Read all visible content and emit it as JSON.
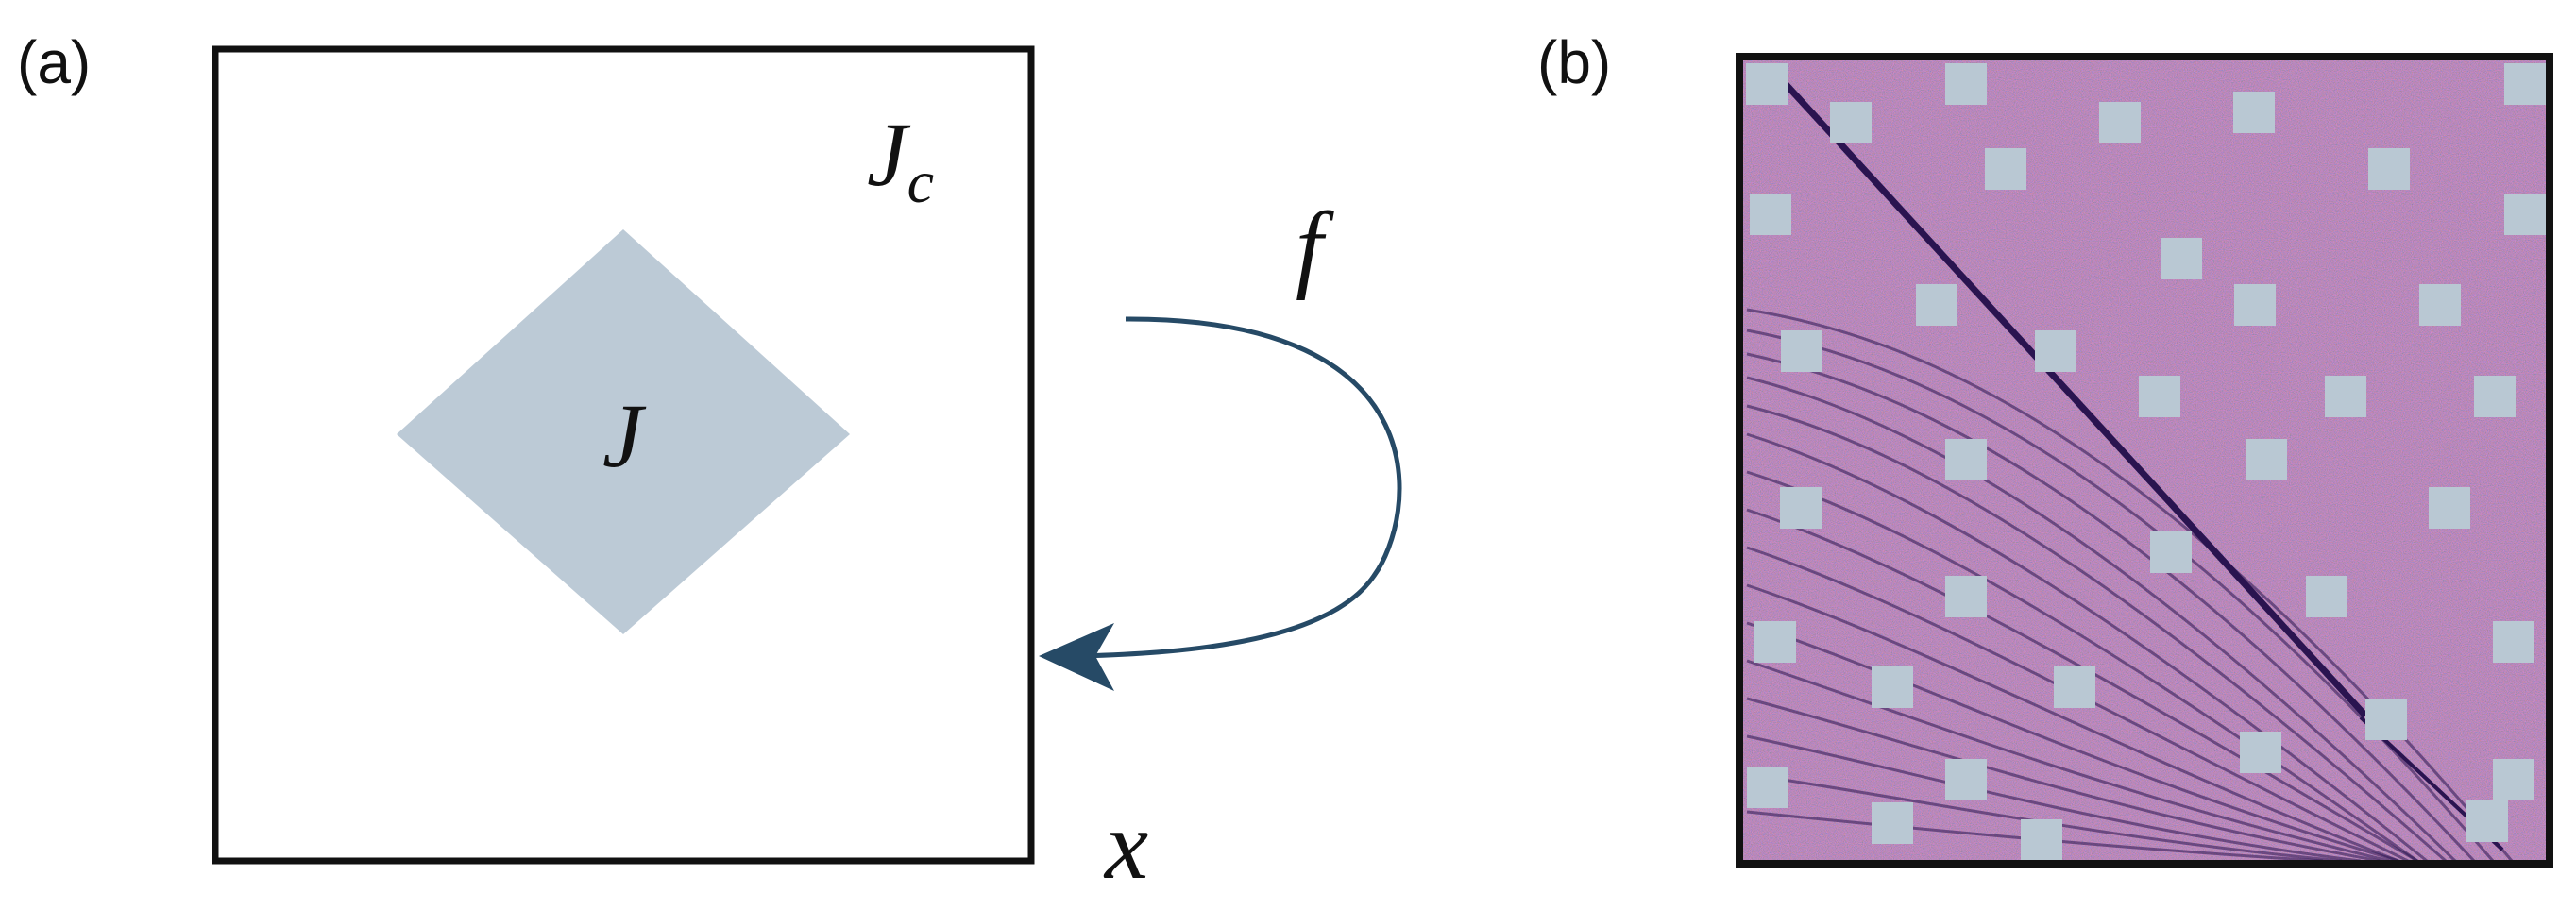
{
  "panels": {
    "a": {
      "label": "(a)",
      "outer_set_label": "J",
      "outer_set_subscript": "c",
      "inner_set_label": "J",
      "map_label": "f",
      "space_label": "x"
    },
    "b": {
      "label": "(b)"
    }
  },
  "colors": {
    "square_stroke": "#111111",
    "diamond_fill": "#bccad6",
    "arrow": "#264a66",
    "texture_base": "#c07fb0",
    "texture_red": "#d9455e",
    "texture_blue": "#5a6ad0",
    "streak": "#2a1450",
    "grid_square": "#b9c8d3"
  },
  "icons": {
    "map_arrow": "curved-arrow-icon"
  }
}
